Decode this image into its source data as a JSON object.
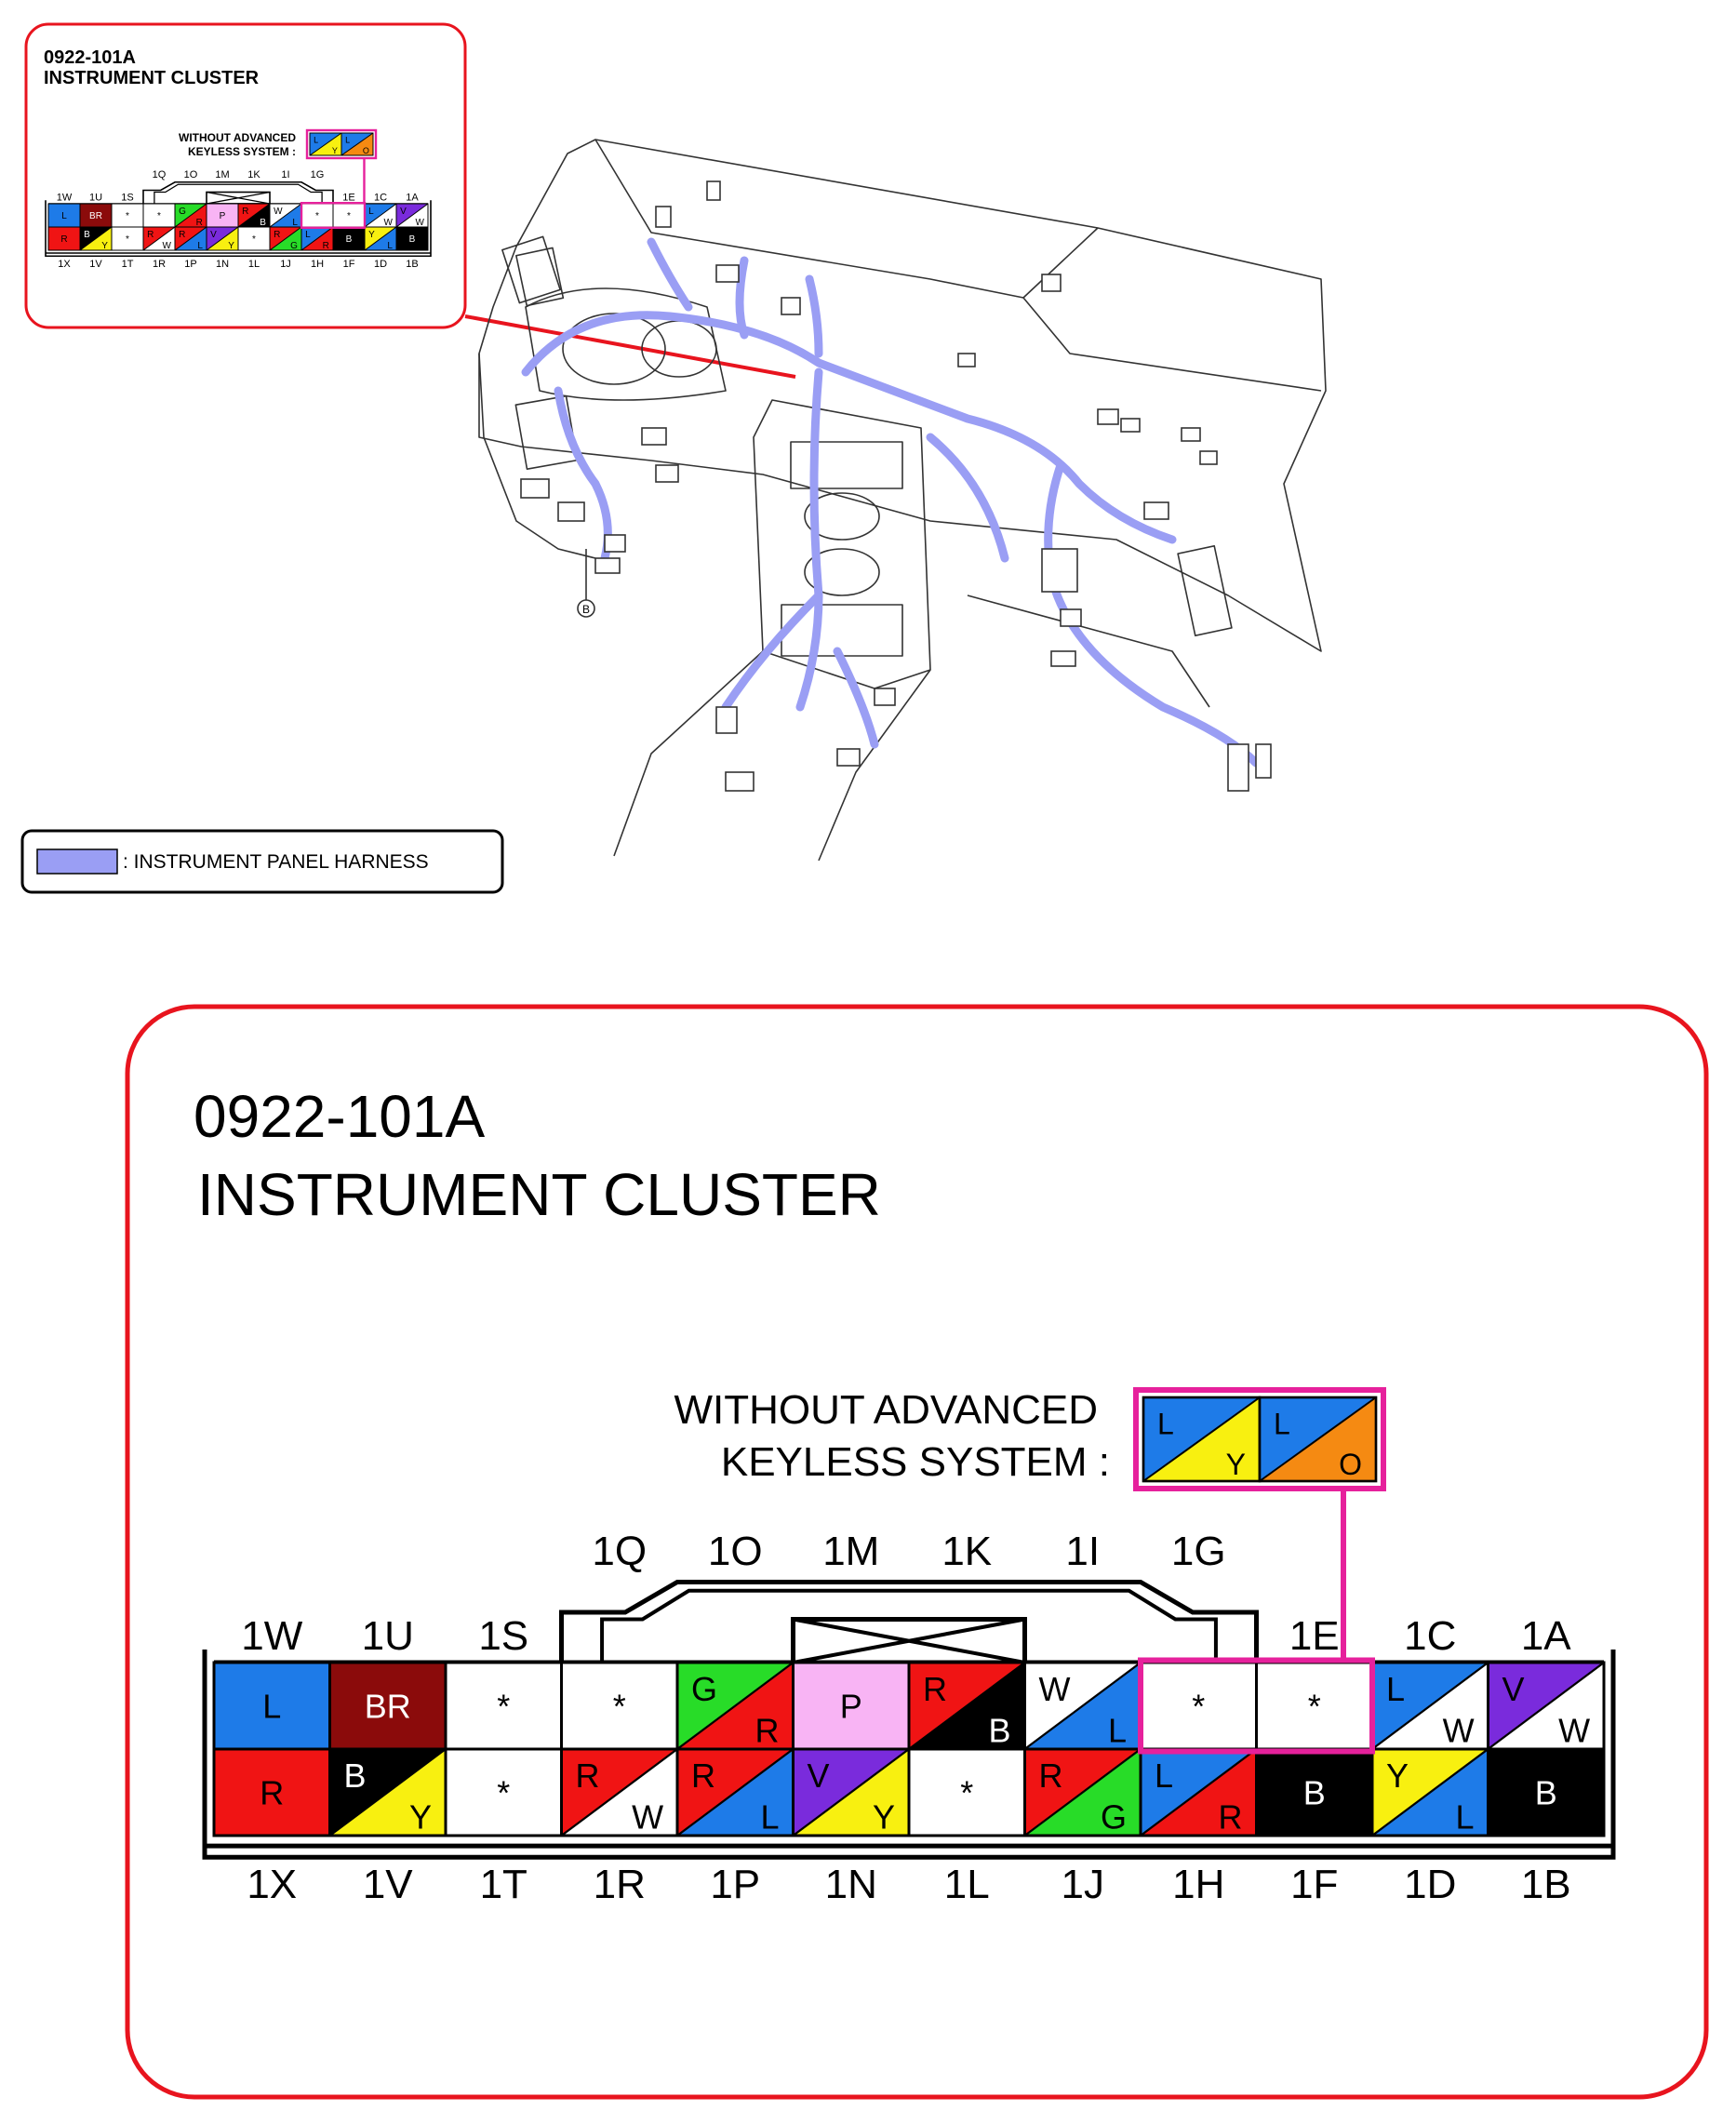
{
  "colors": {
    "L": "#1e7be8",
    "BR": "#8b0b0b",
    "R": "#f01414",
    "B": "#000000",
    "W": "#ffffff",
    "G": "#28dc28",
    "P": "#f8b4f4",
    "V": "#7a2bdc",
    "Y": "#f8f010",
    "O": "#f58a12",
    "frame_red": "#e8141e",
    "highlight": "#e6219c",
    "harness": "#9a9ef4"
  },
  "inset": {
    "code": "0922-101A",
    "title": "INSTRUMENT CLUSTER",
    "keyless_note_line1": "WITHOUT ADVANCED",
    "keyless_note_line2": "KEYLESS SYSTEM :"
  },
  "callout_marker": "B",
  "legend": {
    "label": ": INSTRUMENT PANEL HARNESS"
  },
  "detail": {
    "code": "0922-101A",
    "title": "INSTRUMENT CLUSTER",
    "keyless_note_line1": "WITHOUT ADVANCED",
    "keyless_note_line2": "KEYLESS SYSTEM :",
    "keyless_cells": [
      {
        "fill": "L",
        "fill2": "Y",
        "a": "L",
        "b": "Y"
      },
      {
        "fill": "L",
        "fill2": "O",
        "a": "L",
        "b": "O"
      }
    ],
    "upper_pin_labels": [
      "1Q",
      "1O",
      "1M",
      "1K",
      "1I",
      "1G"
    ],
    "top_pin_labels": [
      "1W",
      "1U",
      "1S",
      "1E",
      "1C",
      "1A"
    ],
    "bottom_pin_labels": [
      "1X",
      "1V",
      "1T",
      "1R",
      "1P",
      "1N",
      "1L",
      "1J",
      "1H",
      "1F",
      "1D",
      "1B"
    ],
    "top_row": [
      {
        "pin": "1W",
        "c1": "L",
        "c2": null,
        "a": "L",
        "b": ""
      },
      {
        "pin": "1U",
        "c1": "BR",
        "c2": null,
        "a": "BR",
        "b": ""
      },
      {
        "pin": "1S",
        "c1": "W",
        "c2": null,
        "a": "*",
        "b": ""
      },
      {
        "pin": "1Q",
        "c1": "W",
        "c2": null,
        "a": "*",
        "b": ""
      },
      {
        "pin": "1O",
        "c1": "G",
        "c2": "R",
        "a": "G",
        "b": "R"
      },
      {
        "pin": "1M",
        "c1": "P",
        "c2": null,
        "a": "P",
        "b": ""
      },
      {
        "pin": "1K",
        "c1": "R",
        "c2": "B",
        "a": "R",
        "b": "B"
      },
      {
        "pin": "1I",
        "c1": "W",
        "c2": "L",
        "a": "W",
        "b": "L"
      },
      {
        "pin": "1G",
        "c1": "W",
        "c2": null,
        "a": "*",
        "b": ""
      },
      {
        "pin": "1E",
        "c1": "W",
        "c2": null,
        "a": "*",
        "b": ""
      },
      {
        "pin": "1C",
        "c1": "L",
        "c2": "W",
        "a": "L",
        "b": "W"
      },
      {
        "pin": "1A",
        "c1": "V",
        "c2": "W",
        "a": "V",
        "b": "W"
      }
    ],
    "bottom_row": [
      {
        "pin": "1X",
        "c1": "R",
        "c2": null,
        "a": "R",
        "b": ""
      },
      {
        "pin": "1V",
        "c1": "B",
        "c2": "Y",
        "a": "B",
        "b": "Y"
      },
      {
        "pin": "1T",
        "c1": "W",
        "c2": null,
        "a": "*",
        "b": ""
      },
      {
        "pin": "1R",
        "c1": "R",
        "c2": "W",
        "a": "R",
        "b": "W"
      },
      {
        "pin": "1P",
        "c1": "R",
        "c2": "L",
        "a": "R",
        "b": "L"
      },
      {
        "pin": "1N",
        "c1": "V",
        "c2": "Y",
        "a": "V",
        "b": "Y"
      },
      {
        "pin": "1L",
        "c1": "W",
        "c2": null,
        "a": "*",
        "b": ""
      },
      {
        "pin": "1J",
        "c1": "R",
        "c2": "G",
        "a": "R",
        "b": "G"
      },
      {
        "pin": "1H",
        "c1": "L",
        "c2": "R",
        "a": "L",
        "b": "R"
      },
      {
        "pin": "1F",
        "c1": "B",
        "c2": null,
        "a": "B",
        "b": ""
      },
      {
        "pin": "1D",
        "c1": "Y",
        "c2": "L",
        "a": "Y",
        "b": "L"
      },
      {
        "pin": "1B",
        "c1": "B",
        "c2": null,
        "a": "B",
        "b": ""
      }
    ]
  }
}
